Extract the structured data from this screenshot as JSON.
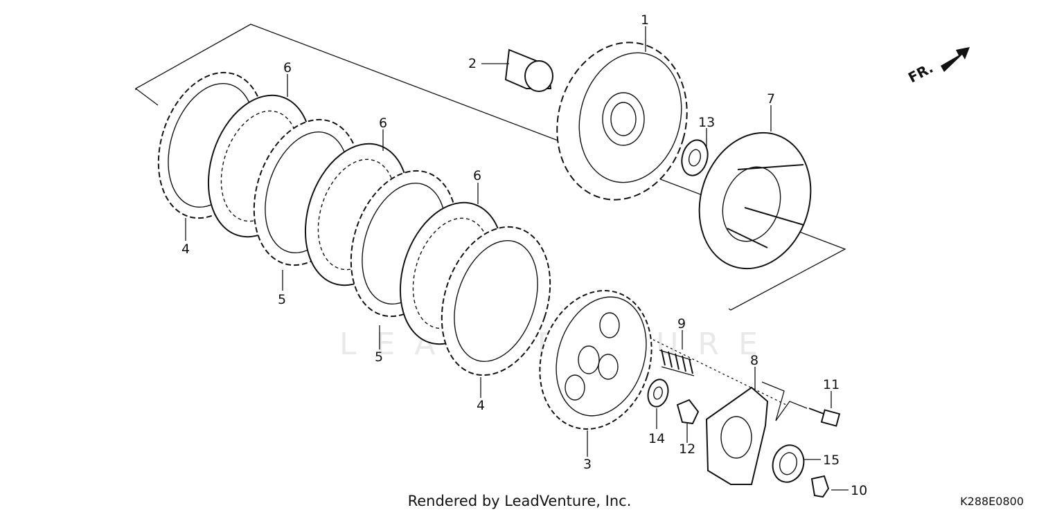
{
  "diagram": {
    "callouts": [
      {
        "id": "c1",
        "label": "1"
      },
      {
        "id": "c2",
        "label": "2"
      },
      {
        "id": "c3",
        "label": "3"
      },
      {
        "id": "c4a",
        "label": "4"
      },
      {
        "id": "c4b",
        "label": "4"
      },
      {
        "id": "c5a",
        "label": "5"
      },
      {
        "id": "c5b",
        "label": "5"
      },
      {
        "id": "c6a",
        "label": "6"
      },
      {
        "id": "c6b",
        "label": "6"
      },
      {
        "id": "c6c",
        "label": "6"
      },
      {
        "id": "c7",
        "label": "7"
      },
      {
        "id": "c8",
        "label": "8"
      },
      {
        "id": "c9",
        "label": "9"
      },
      {
        "id": "c10",
        "label": "10"
      },
      {
        "id": "c11",
        "label": "11"
      },
      {
        "id": "c12",
        "label": "12"
      },
      {
        "id": "c13",
        "label": "13"
      },
      {
        "id": "c14",
        "label": "14"
      },
      {
        "id": "c15",
        "label": "15"
      }
    ],
    "direction_label": "FR.",
    "footer": "Rendered by LeadVenture, Inc.",
    "diagram_code": "K288E0800",
    "watermark": "LEADVENTURE"
  }
}
